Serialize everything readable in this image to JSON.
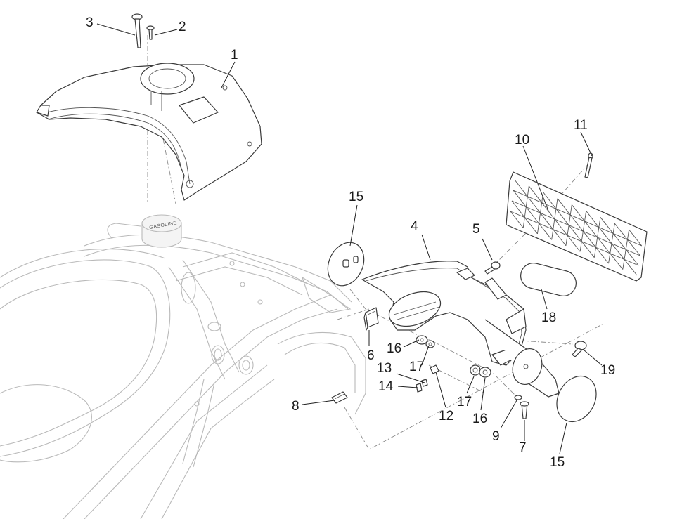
{
  "callouts": {
    "c1": "1",
    "c2": "2",
    "c3": "3",
    "c4": "4",
    "c5": "5",
    "c6": "6",
    "c7": "7",
    "c8": "8",
    "c9": "9",
    "c10": "10",
    "c11": "11",
    "c12": "12",
    "c13": "13",
    "c14": "14",
    "c15a": "15",
    "c15b": "15",
    "c16a": "16",
    "c16b": "16",
    "c17a": "17",
    "c17b": "17",
    "c18": "18",
    "c19": "19"
  },
  "fuel_cap_text": "GASOLINE"
}
